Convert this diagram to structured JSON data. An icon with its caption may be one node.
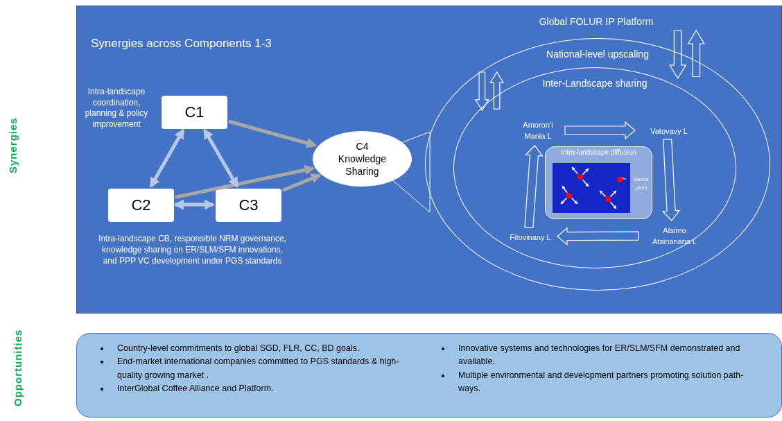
{
  "diagram": {
    "nodes": [
      {
        "text": [
          "Synergies across Components 1-3"
        ]
      },
      {
        "text": [
          "C1"
        ],
        "in": 0,
        "beside": [
          "Intra-landscape coordination, planning & policy improvement"
        ]
      },
      {
        "text": [
          "C2"
        ],
        "in": 0
      },
      {
        "text": [
          "C3"
        ],
        "in": 0
      },
      {
        "text": [
          "C4 Knowledge Sharing"
        ],
        "in": 0
      },
      {
        "text": [
          "National-level upscaling"
        ],
        "in": 0
      },
      {
        "text": [
          "Inter-Landscape sharing"
        ],
        "in": 5
      },
      {
        "text": [
          "Amoron’i Mania L"
        ],
        "in": 6
      },
      {
        "text": [
          "Vatovavy L"
        ],
        "in": 6
      },
      {
        "text": [
          "Atsimo Atsinanana L"
        ],
        "in": 6
      },
      {
        "text": [
          "Fitovinany L"
        ],
        "in": 6
      },
      {
        "text": [
          "Intra-landscape diffusion"
        ],
        "in": 6
      },
      {
        "text": [
          "Demo plots"
        ],
        "in": 11
      },
      {
        "text": [],
        "shape": "circle",
        "in": 11
      },
      {
        "text": [
          "Country-level commitments to global SGD, FLR, CC, BD goals.",
          "End-market international companies committed to PGS standards & high-quality growing market .",
          "InterGlobal Coffee Alliance and Platform.",
          "Innovative systems and technologies for ER/SLM/SFM demonstrated and available.",
          "Multiple environmental and development partners promoting solution path-ways."
        ]
      }
    ],
    "edges": [
      {
        "from": 1,
        "to": 4,
        "arrow": "to",
        "color": "#a6a6a6"
      },
      {
        "from": 2,
        "to": 4,
        "arrow": "to",
        "color": "#a6a6a6"
      },
      {
        "from": 3,
        "to": 4,
        "arrow": "to",
        "color": "#a6a6a6"
      },
      {
        "from": 2,
        "to": 1,
        "arrow": "both",
        "color": "#b4c7e7"
      },
      {
        "from": 1,
        "to": 3,
        "arrow": "both",
        "color": "#b4c7e7"
      },
      {
        "from": 2,
        "to": 3,
        "arrow": "both",
        "color": "#b4c7e7"
      },
      {
        "from": 4,
        "to": 5,
        "arrow": "none",
        "color": "#ffffff"
      },
      {
        "from": 7,
        "to": 8,
        "arrow": "to",
        "style": "thick",
        "color": "#ffffff"
      },
      {
        "from": 8,
        "to": 9,
        "arrow": "to",
        "style": "thick",
        "color": "#ffffff"
      },
      {
        "from": 9,
        "to": 10,
        "arrow": "to",
        "style": "thick",
        "color": "#ffffff"
      },
      {
        "from": 10,
        "to": 7,
        "arrow": "to",
        "style": "thick",
        "color": "#ffffff"
      },
      {
        "from": 12,
        "to": 13,
        "arrow": "none",
        "color": "#ffffff"
      }
    ],
    "labels": [
      "Global FOLUR IP Platform",
      "Intra-landscape CB, responsible NRM governance, knowledge sharing on ER/SLM/SFM innovations,  and PPP VC development under PGS standards",
      "Synergies",
      "Opportunities"
    ]
  }
}
